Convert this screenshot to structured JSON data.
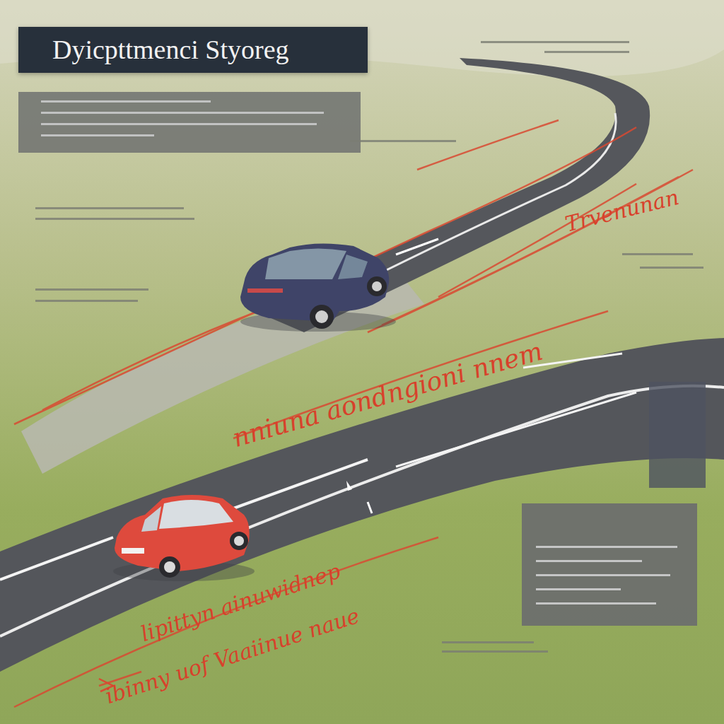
{
  "diagram": {
    "title": "Dyicpttmenci Styoreg",
    "labels": [
      "Trvenunan",
      "nniuna aondngioni nnem",
      "lipittyn ainuwidnep",
      "ibinny uof Vaaiinue naue"
    ]
  }
}
